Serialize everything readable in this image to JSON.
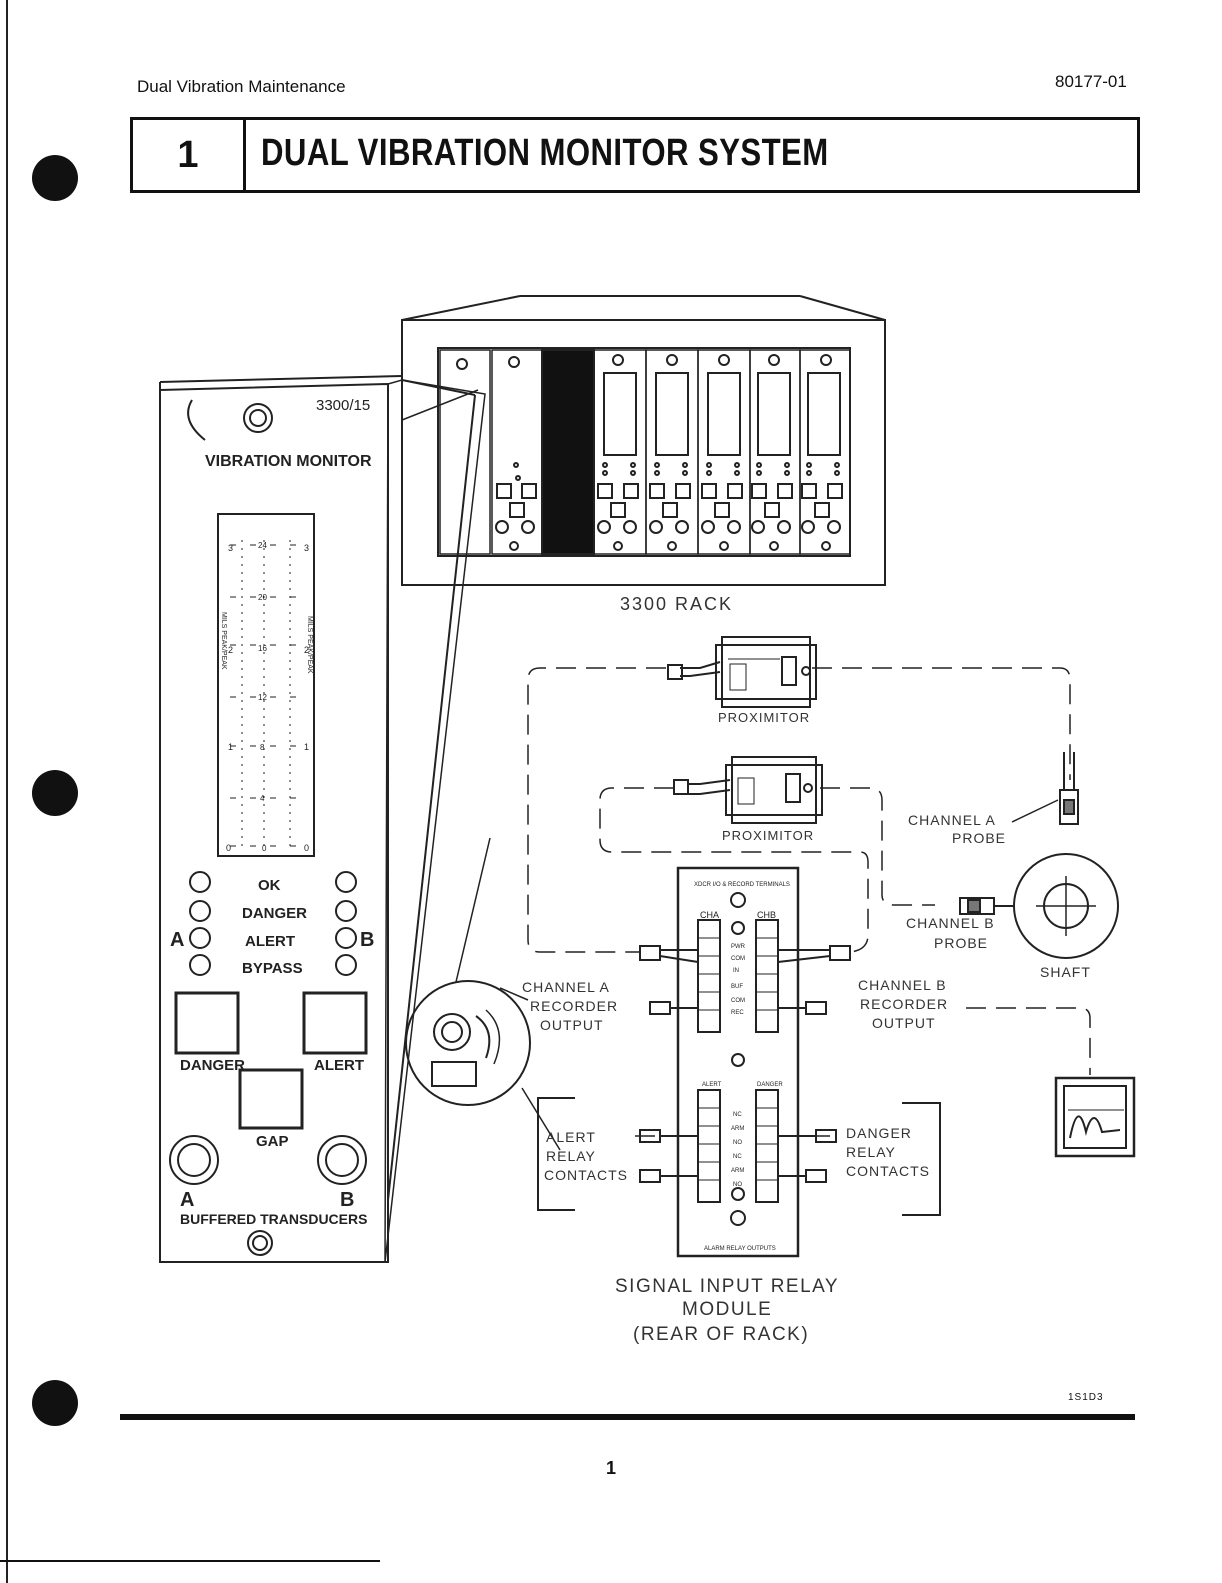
{
  "header": {
    "left": "Dual Vibration Maintenance",
    "right": "80177-01"
  },
  "title": {
    "number": "1",
    "text": "DUAL VIBRATION MONITOR SYSTEM"
  },
  "monitor": {
    "model": "3300/15",
    "name": "VIBRATION MONITOR",
    "scale_left": [
      "3",
      "2",
      "1",
      "0"
    ],
    "scale_mid": [
      "24",
      "20",
      "16",
      "12",
      "8",
      "4",
      "0"
    ],
    "scale_right": [
      "3",
      "2",
      "1",
      "0"
    ],
    "side_left_text": "MILS PEAK/PEAK",
    "side_right_text": "MILS PEAK/PEAK",
    "status": [
      "OK",
      "DANGER",
      "ALERT",
      "BYPASS"
    ],
    "channel_a": "A",
    "channel_b": "B",
    "btn_danger": "DANGER",
    "btn_alert": "ALERT",
    "btn_gap": "GAP",
    "trans_a": "A",
    "trans_b": "B",
    "buffered": "BUFFERED TRANSDUCERS"
  },
  "rack": {
    "label": "3300 RACK"
  },
  "proximitor_1": "PROXIMITOR",
  "proximitor_2": "PROXIMITOR",
  "channel_a_probe": [
    "CHANNEL A",
    "PROBE"
  ],
  "channel_b_probe": [
    "CHANNEL B",
    "PROBE"
  ],
  "shaft": "SHAFT",
  "channel_a_recorder": [
    "CHANNEL A",
    "RECORDER",
    "OUTPUT"
  ],
  "channel_b_recorder": [
    "CHANNEL B",
    "RECORDER",
    "OUTPUT"
  ],
  "alert_relay": [
    "ALERT",
    "RELAY",
    "CONTACTS"
  ],
  "danger_relay": [
    "DANGER",
    "RELAY",
    "CONTACTS"
  ],
  "module": {
    "top_label": "XDCR I/O & RECORD TERMINALS",
    "cha": "CHA",
    "chb": "CHB",
    "mid_terms": [
      "PWR",
      "COM",
      "IN",
      "BUF",
      "COM",
      "REC"
    ],
    "alert": "ALERT",
    "danger": "DANGER",
    "relay_terms": [
      "NC",
      "ARM",
      "NO",
      "NC",
      "ARM",
      "NO"
    ],
    "bottom_label": "ALARM RELAY OUTPUTS",
    "caption": [
      "SIGNAL INPUT RELAY",
      "MODULE",
      "(REAR OF RACK)"
    ]
  },
  "figure_code": "1S1D3",
  "page_number": "1"
}
